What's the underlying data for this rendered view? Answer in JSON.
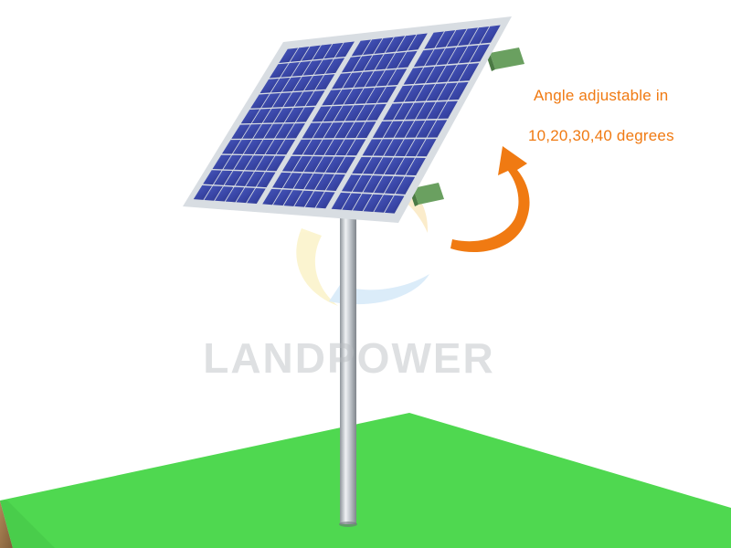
{
  "caption": {
    "line1": "Angle adjustable in",
    "line2": "10,20,30,40 degrees",
    "color": "#f07a12"
  },
  "watermark": {
    "text": "LANDPOWER"
  },
  "colors": {
    "grass": "#4fd850",
    "soil": "#9a7448",
    "panel_cell": "#3a47a8",
    "panel_frame": "#d8dde2",
    "pole": "#c9ced3",
    "arrow": "#f07a12"
  },
  "panel": {
    "modules": 3,
    "cell_columns": 6,
    "cell_rows": 10
  }
}
